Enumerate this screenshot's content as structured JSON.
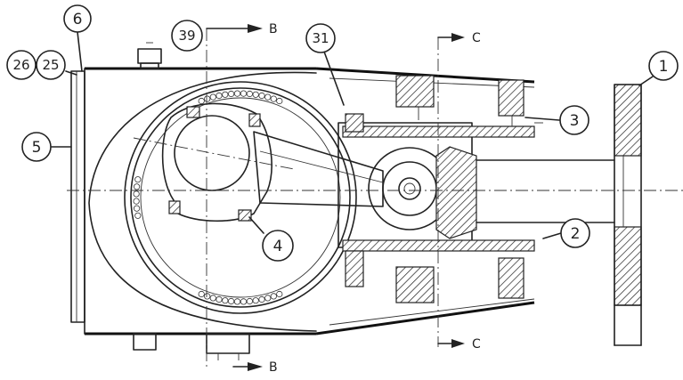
{
  "part_labels": [
    {
      "id": "label-1",
      "text": "1"
    },
    {
      "id": "label-2",
      "text": "2"
    },
    {
      "id": "label-3",
      "text": "3"
    },
    {
      "id": "label-4",
      "text": "4"
    },
    {
      "id": "label-5",
      "text": "5"
    },
    {
      "id": "label-6",
      "text": "6"
    },
    {
      "id": "label-25",
      "text": "25"
    },
    {
      "id": "label-26",
      "text": "26"
    },
    {
      "id": "label-31",
      "text": "31"
    },
    {
      "id": "label-39",
      "text": "39"
    }
  ],
  "section_markers": {
    "b_top": "B",
    "b_bottom": "B",
    "c_top": "C",
    "c_bottom": "C"
  }
}
